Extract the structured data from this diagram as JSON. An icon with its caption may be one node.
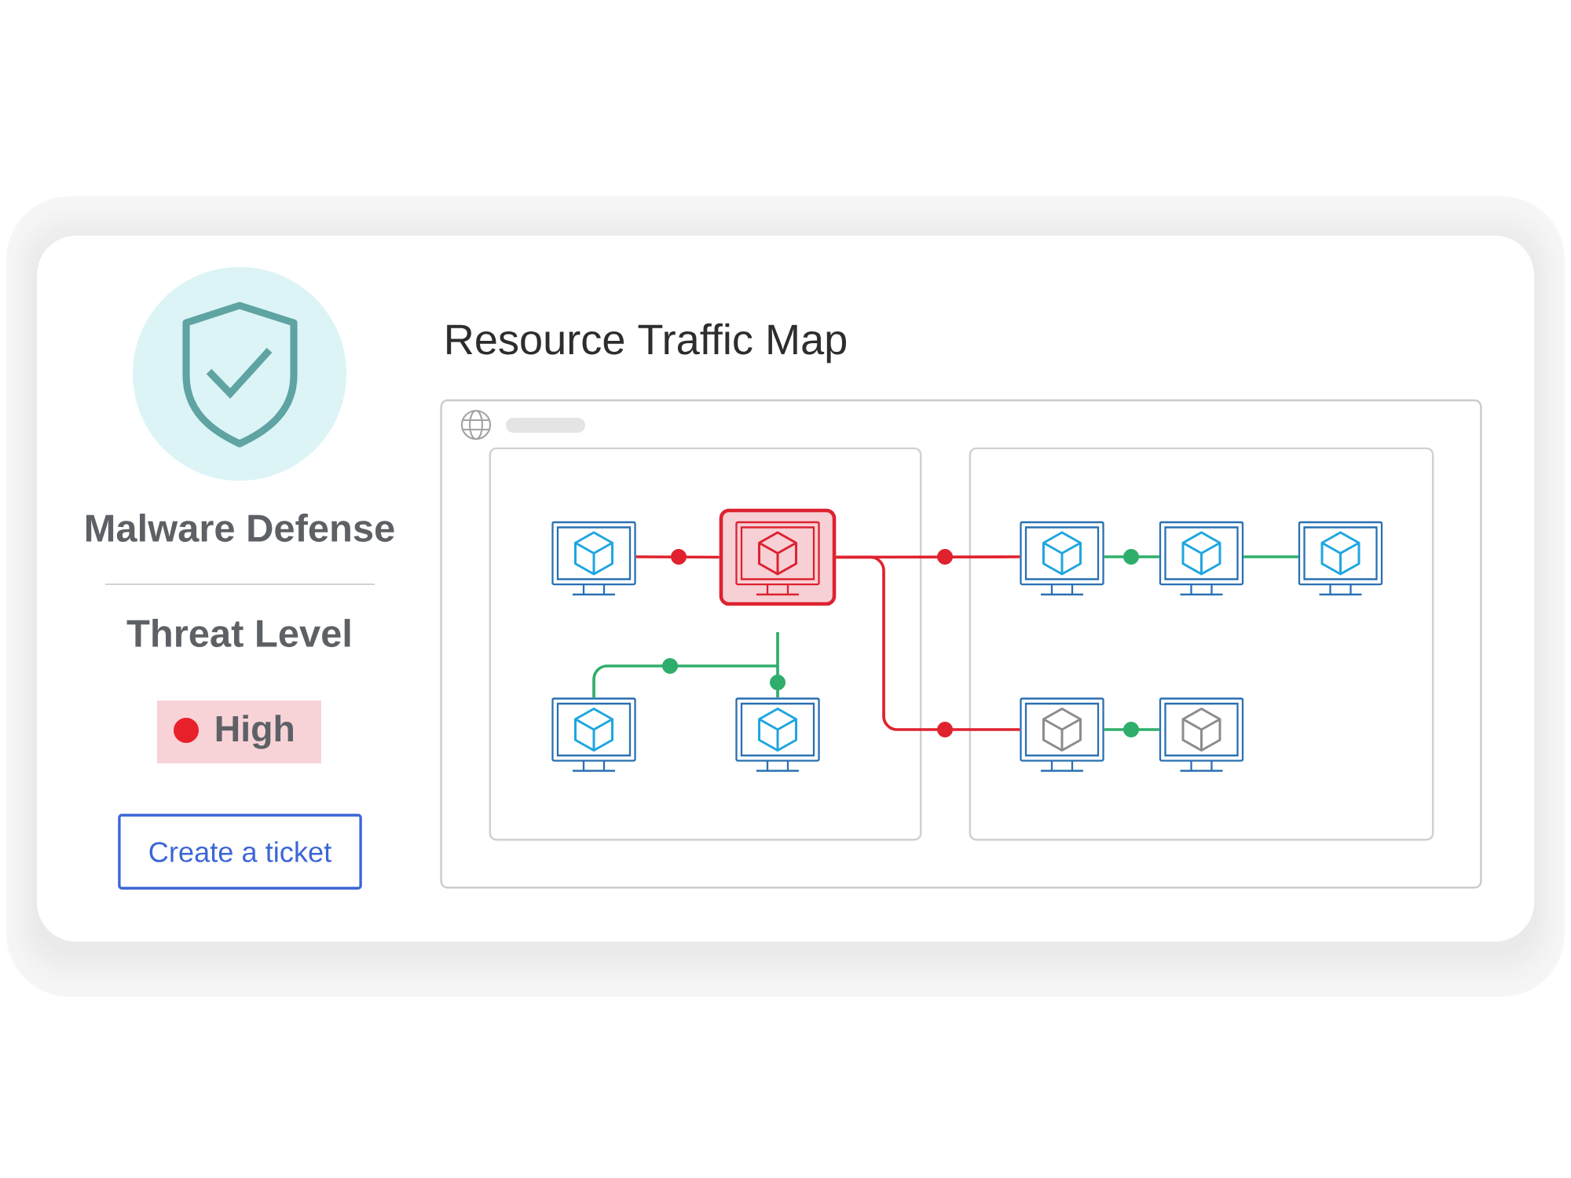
{
  "diagram": {
    "nodes": [
      {
        "text": [
          "High"
        ]
      },
      {
        "text": [
          "Create a ticket"
        ]
      },
      {
        "text": [
          "Resource Traffic Map"
        ]
      },
      {
        "text": [],
        "shape": "box",
        "in": 2
      },
      {
        "text": [],
        "shape": "box",
        "in": 2
      },
      {
        "text": [],
        "shape": "monitor",
        "in": 3
      },
      {
        "text": [],
        "shape": "box",
        "in": 3
      },
      {
        "text": [],
        "shape": "monitor",
        "in": 6
      },
      {
        "text": [],
        "shape": "monitor",
        "in": 3
      },
      {
        "text": [],
        "shape": "monitor",
        "in": 3
      },
      {
        "text": [],
        "shape": "monitor",
        "in": 4
      },
      {
        "text": [],
        "shape": "monitor",
        "in": 4
      },
      {
        "text": [],
        "shape": "monitor",
        "in": 4
      },
      {
        "text": [],
        "shape": "monitor",
        "in": 4
      },
      {
        "text": [],
        "shape": "monitor",
        "in": 4
      }
    ],
    "edges": [
      {
        "from": 5,
        "to": 6,
        "arrow": "none",
        "color": "#e0222e"
      },
      {
        "from": 6,
        "to": 10,
        "arrow": "none",
        "color": "#e0222e"
      },
      {
        "from": 6,
        "to": 13,
        "arrow": "none",
        "color": "#e0222e"
      },
      {
        "from": 8,
        "to": 9,
        "arrow": "none"
      },
      {
        "from": 10,
        "to": 11,
        "arrow": "none"
      },
      {
        "from": 11,
        "to": 12,
        "arrow": "none"
      },
      {
        "from": 13,
        "to": 14,
        "arrow": "none"
      }
    ],
    "labels": [
      "Malware Defense",
      "Threat Level"
    ]
  }
}
